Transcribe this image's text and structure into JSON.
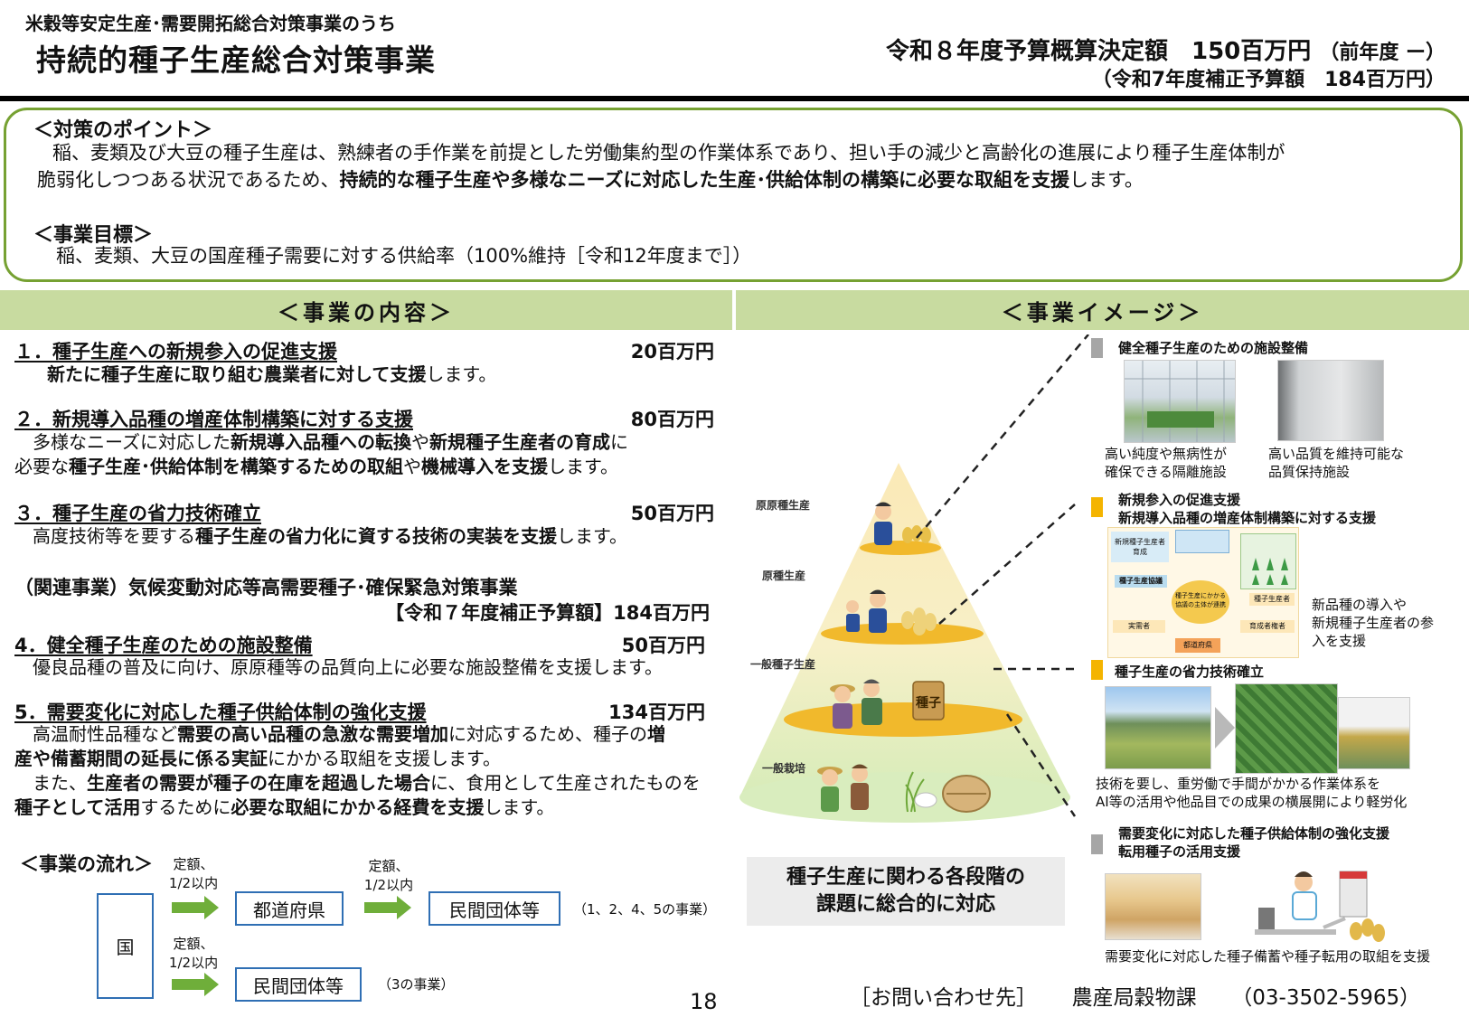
{
  "header": {
    "parent_program": "米穀等安定生産･需要開拓総合対策事業のうち",
    "title": "持続的種子生産総合対策事業",
    "budget_line": "令和８年度予算概算決定額　150百万円",
    "budget_prev": "（前年度 ー）",
    "supplementary": "（令和7年度補正予算額　184百万円）"
  },
  "points": {
    "heading": "＜対策のポイント＞",
    "line1": "　稲、麦類及び大豆の種子生産は、熟練者の手作業を前提とした労働集約型の作業体系であり、担い手の減少と高齢化の進展により種子生産体制が",
    "line2_plain": "脆弱化しつつある状況であるため、",
    "line2_bold": "持続的な種子生産や多様なニーズに対応した生産･供給体制の構築に必要な取組を支援",
    "line2_end": "します。",
    "goal_heading": "＜事業目標＞",
    "goal_text": "　稲、麦類、大豆の国産種子需要に対する供給率（100%維持［令和12年度まで］）"
  },
  "sections": {
    "content": "＜事業の内容＞",
    "image": "＜事業イメージ＞"
  },
  "items": [
    {
      "heading": "１．種子生産への新規参入の促進支援",
      "amount": "20百万円",
      "t1": "新たに種子生産に取り組む農業者に対して支援",
      "t2": "します。"
    },
    {
      "heading": "２．新規導入品種の増産体制構築に対する支援",
      "amount": "80百万円",
      "t1": "　多様なニーズに対応した",
      "t2": "新規導入品種への転換",
      "t3": "や",
      "t4": "新規種子生産者の育成",
      "t5": "に",
      "t6": "必要な",
      "t7": "種子生産･供給体制を構築するための取組",
      "t8": "や",
      "t9": "機械導入を支援",
      "t10": "します。"
    },
    {
      "heading": "３．種子生産の省力技術確立",
      "amount": "50百万円",
      "t1": "　高度技術等を要する",
      "t2": "種子生産の省力化に資する技術の実装を支援",
      "t3": "します。"
    },
    {
      "heading": "4．健全種子生産のための施設整備",
      "amount": "50百万円",
      "t1": "　優良品種の普及に向け、原原種等の品質向上に必要な施設整備を支援します。"
    },
    {
      "heading": "5．需要変化に対応した種子供給体制の強化支援",
      "amount": "134百万円",
      "t1": "　高温耐性品種など",
      "t2": "需要の高い品種の急激な需要増加",
      "t3": "に対応するため、種子の",
      "t4": "増",
      "t5": "産や備蓄期間の延長に係る実証",
      "t6": "にかかる取組を支援します。",
      "t7": "　また、",
      "t8": "生産者の需要が種子の在庫を超過した場合",
      "t9": "に、食用として生産されたものを",
      "t10": "種子として活用",
      "t11": "するために",
      "t12": "必要な取組にかかる経費を支援",
      "t13": "します。"
    }
  ],
  "related": {
    "title": "（関連事業）気候変動対応等高需要種子･確保緊急対策事業",
    "budget": "【令和７年度補正予算額】184百万円"
  },
  "flow": {
    "heading": "＜事業の流れ＞",
    "note1a": "定額、",
    "note1b": "1/2以内",
    "note2a": "定額、",
    "note2b": "1/2以内",
    "note3a": "定額、",
    "note3b": "1/2以内",
    "country": "国",
    "prefecture": "都道府県",
    "private1": "民間団体等",
    "private2": "民間団体等",
    "scope1": "（1、2、4、5の事業）",
    "scope2": "（3の事業）"
  },
  "page_number": "18",
  "pyramid": {
    "level1": "原原種生産",
    "level2": "原種生産",
    "level3": "一般種子生産",
    "level4": "一般栽培",
    "bag_label": "種子",
    "summary1": "種子生産に関わる各段階の",
    "summary2": "課題に総合的に対応"
  },
  "image_panels": {
    "p1_heading": "健全種子生産のための施設整備",
    "p1_cap1a": "高い純度や無病性が",
    "p1_cap1b": "確保できる隔離施設",
    "p1_cap2a": "高い品質を維持可能な",
    "p1_cap2b": "品質保持施設",
    "p2_heading1": "新規参入の促進支援",
    "p2_heading2": "新規導入品種の増産体制構築に対する支援",
    "p2_cap1": "新品種の導入や",
    "p2_cap2": "新規種子生産者の参",
    "p2_cap3": "入を支援",
    "p3_heading": "種子生産の省力技術確立",
    "p3_cap1": "技術を要し、重労働で手間がかかる作業体系を",
    "p3_cap2": "AI等の活用や他品目での成果の横展開により軽労化",
    "p4_heading1": "需要変化に対応した種子供給体制の強化支援",
    "p4_heading2": "転用種子の活用支援",
    "p4_cap": "需要変化に対応した種子備蓄や種子転用の取組を支援",
    "diagram_center": "種子生産にかかる\n協議の主体が連携",
    "diagram_box_tl": "新規種子生産者\n育成",
    "diagram_box_left": "種子生産協議",
    "diagram_box_bl1": "実需者",
    "diagram_box_bl2": "都道府県",
    "diagram_box_br": "育成者権者",
    "diagram_box_r": "種子生産者"
  },
  "contact": {
    "label": "［お問い合わせ先］",
    "dept": "農産局穀物課",
    "phone": "（03-3502-5965）"
  },
  "colors": {
    "accent_green": "#76a132",
    "bar_green": "#c8dba0",
    "flow_blue": "#2f6fb4",
    "arrow_green": "#6fae3a",
    "marker_yellow": "#f4b400",
    "marker_gray": "#a6a6a6"
  }
}
